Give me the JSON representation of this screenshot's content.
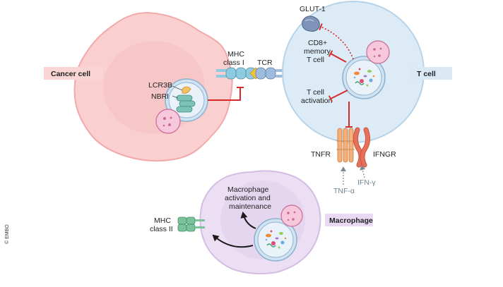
{
  "labels": {
    "cancer_cell": "Cancer cell",
    "t_cell": "T cell",
    "macrophage": "Macrophage",
    "glut1": "GLUT-1",
    "cd8_line1": "CD8+",
    "cd8_line2": "memory",
    "cd8_line3": "T cell",
    "tcell_act_line1": "T cell",
    "tcell_act_line2": "activation",
    "mhc1_line1": "MHC",
    "mhc1_line2": "class I",
    "tcr": "TCR",
    "lcr3b": "LCR3B",
    "nbri": "NBRI",
    "tnfr": "TNFR",
    "ifngr": "IFNGR",
    "tnf_alpha": "TNF-α",
    "ifn_gamma": "IFN-γ",
    "mac_act_line1": "Macrophage",
    "mac_act_line2": "activation and",
    "mac_act_line3": "maintenance",
    "mhc2_line1": "MHC",
    "mhc2_line2": "class II",
    "copyright": "© EMBO"
  },
  "colors": {
    "cancer_fill": "#f9cfcf",
    "cancer_edge": "#f2a9a9",
    "tcell_fill": "#dcebf6",
    "tcell_edge": "#b7d3e8",
    "mac_fill": "#ecdff3",
    "mac_edge": "#d3bde3",
    "receptor_blue": "#8ecbe0",
    "tcr_blue": "#9fbcdc",
    "mhc2_green": "#7cc29a",
    "tnfr_orange": "#f3b07a",
    "ifngr_red": "#e8705a",
    "inhibit_red": "#d32a2a",
    "label_cancer_bg": "#f9d5d5",
    "label_tcell_bg": "#dbe9f5",
    "label_mac_bg": "#ead9f3"
  },
  "icons": [
    "glut1-transporter-icon",
    "autophagosome-icon",
    "lysosome-icon",
    "receptor-icon"
  ]
}
